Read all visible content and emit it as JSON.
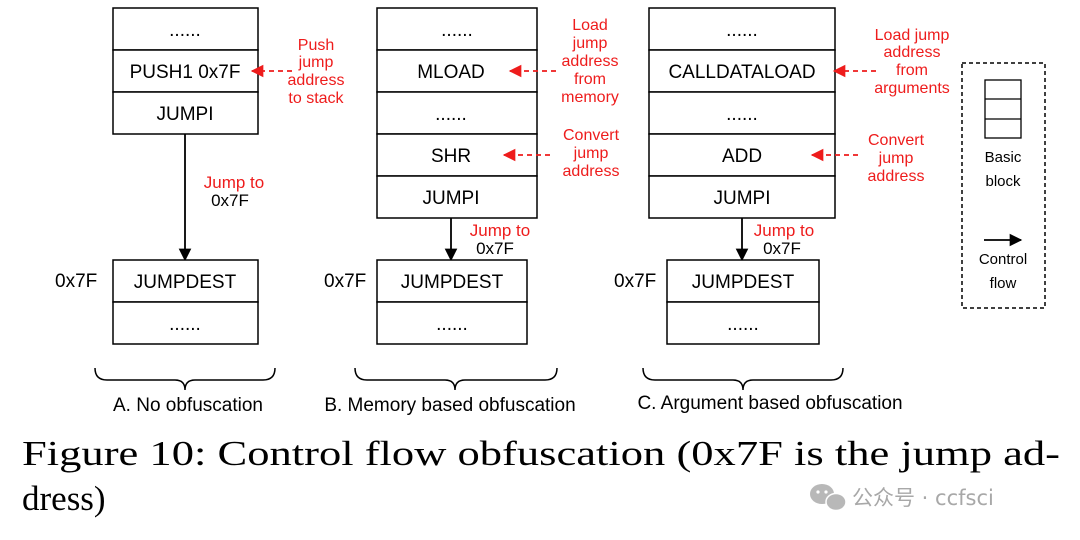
{
  "panels": [
    {
      "caption": "A. No obfuscation",
      "top_cells": [
        "......",
        "PUSH1 0x7F",
        "JUMPI"
      ],
      "jump_label": [
        "Jump to",
        "0x7F"
      ],
      "target_label": "0x7F",
      "bottom_cells": [
        "JUMPDEST",
        "......"
      ],
      "annotations": [
        {
          "lines": [
            "Push",
            "jump",
            "address",
            "to stack"
          ]
        }
      ]
    },
    {
      "caption": "B. Memory based obfuscation",
      "top_cells": [
        "......",
        "MLOAD",
        "......",
        "SHR",
        "JUMPI"
      ],
      "jump_label": [
        "Jump to",
        "0x7F"
      ],
      "target_label": "0x7F",
      "bottom_cells": [
        "JUMPDEST",
        "......"
      ],
      "annotations": [
        {
          "lines": [
            "Load",
            "jump",
            "address",
            "from",
            "memory"
          ]
        },
        {
          "lines": [
            "Convert",
            "jump",
            "address"
          ]
        }
      ]
    },
    {
      "caption": "C. Argument based obfuscation",
      "top_cells": [
        "......",
        "CALLDATALOAD",
        "......",
        "ADD",
        "JUMPI"
      ],
      "jump_label": [
        "Jump to",
        "0x7F"
      ],
      "target_label": "0x7F",
      "bottom_cells": [
        "JUMPDEST",
        "......"
      ],
      "annotations": [
        {
          "lines": [
            "Load jump",
            "address",
            "from",
            "arguments"
          ]
        },
        {
          "lines": [
            "Convert",
            "jump",
            "address"
          ]
        }
      ]
    }
  ],
  "legend": {
    "basic_block": [
      "Basic",
      "block"
    ],
    "control_flow": [
      "Control",
      "flow"
    ]
  },
  "figure_caption": {
    "line1": "Figure 10: Control flow obfuscation (0x7F is the jump ad-",
    "line2": "dress)"
  },
  "watermark": "公众号 · ccfsci",
  "colors": {
    "annotation": "#ee1c1c",
    "line": "#000000"
  }
}
